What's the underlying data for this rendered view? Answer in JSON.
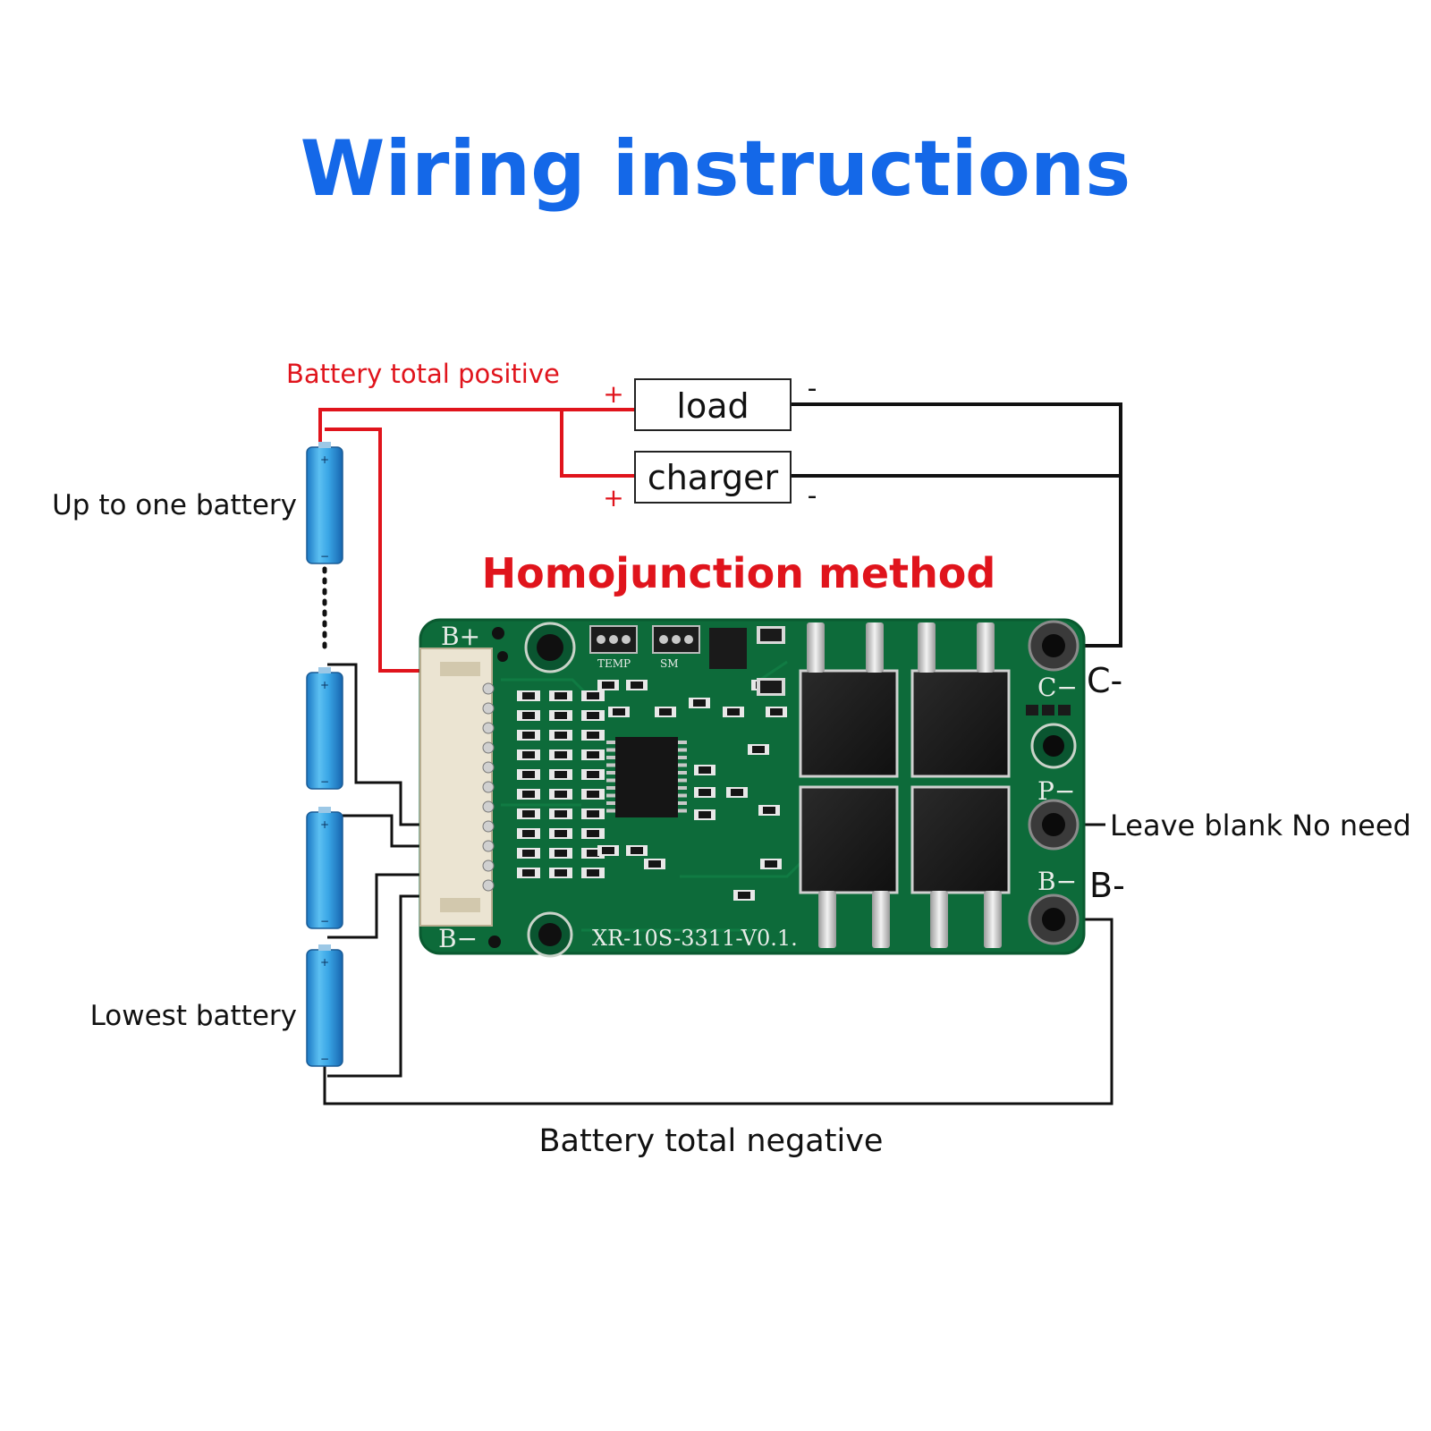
{
  "title": "Wiring instructions",
  "method_title": "Homojunction method",
  "labels": {
    "battery_total_positive": "Battery total positive",
    "up_to_one_battery": "Up to one battery",
    "lowest_battery": "Lowest battery",
    "battery_total_negative": "Battery total negative",
    "leave_blank": "Leave blank No need",
    "c_minus": "C-",
    "b_minus": "B-"
  },
  "boxes": {
    "load": "load",
    "charger": "charger"
  },
  "signs": {
    "plus": "+",
    "minus": "-"
  },
  "board": {
    "silk_b_plus": "B+",
    "silk_b_minus": "B−",
    "silk_c_minus": "C−",
    "silk_p_minus": "P−",
    "silk_b_minus_right": "B−",
    "model": "XR-10S-3311-V0.1.",
    "temp": "TEMP",
    "sm": "SM"
  },
  "colors": {
    "title_blue": "#1468e8",
    "accent_red": "#e0141c",
    "wire_black": "#111111",
    "pcb_green": "#0d6b3a",
    "battery_blue": "#2f9ee0"
  },
  "icons": [
    "battery-cell-icon",
    "pcb-board-icon",
    "mosfet-icon",
    "connector-icon"
  ]
}
